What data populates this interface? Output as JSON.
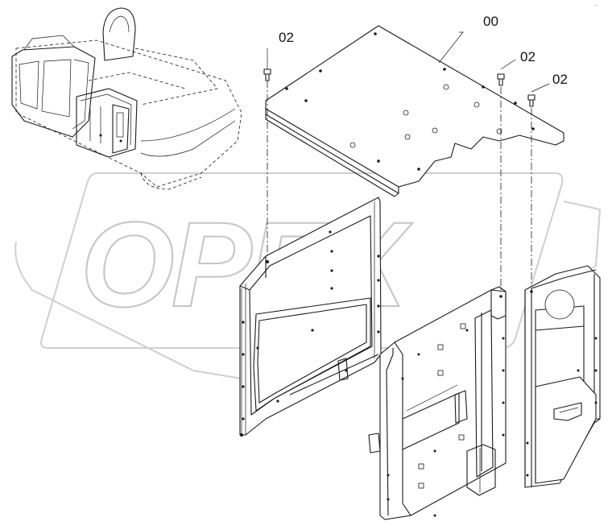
{
  "diagram": {
    "callouts": [
      {
        "id": "part-00",
        "label": "00"
      },
      {
        "id": "part-02-a",
        "label": "02"
      },
      {
        "id": "part-02-b",
        "label": "02"
      },
      {
        "id": "part-02-c",
        "label": "02"
      }
    ],
    "watermark": {
      "text": "OPEX"
    },
    "corner_mark": {
      "text": "—"
    }
  }
}
